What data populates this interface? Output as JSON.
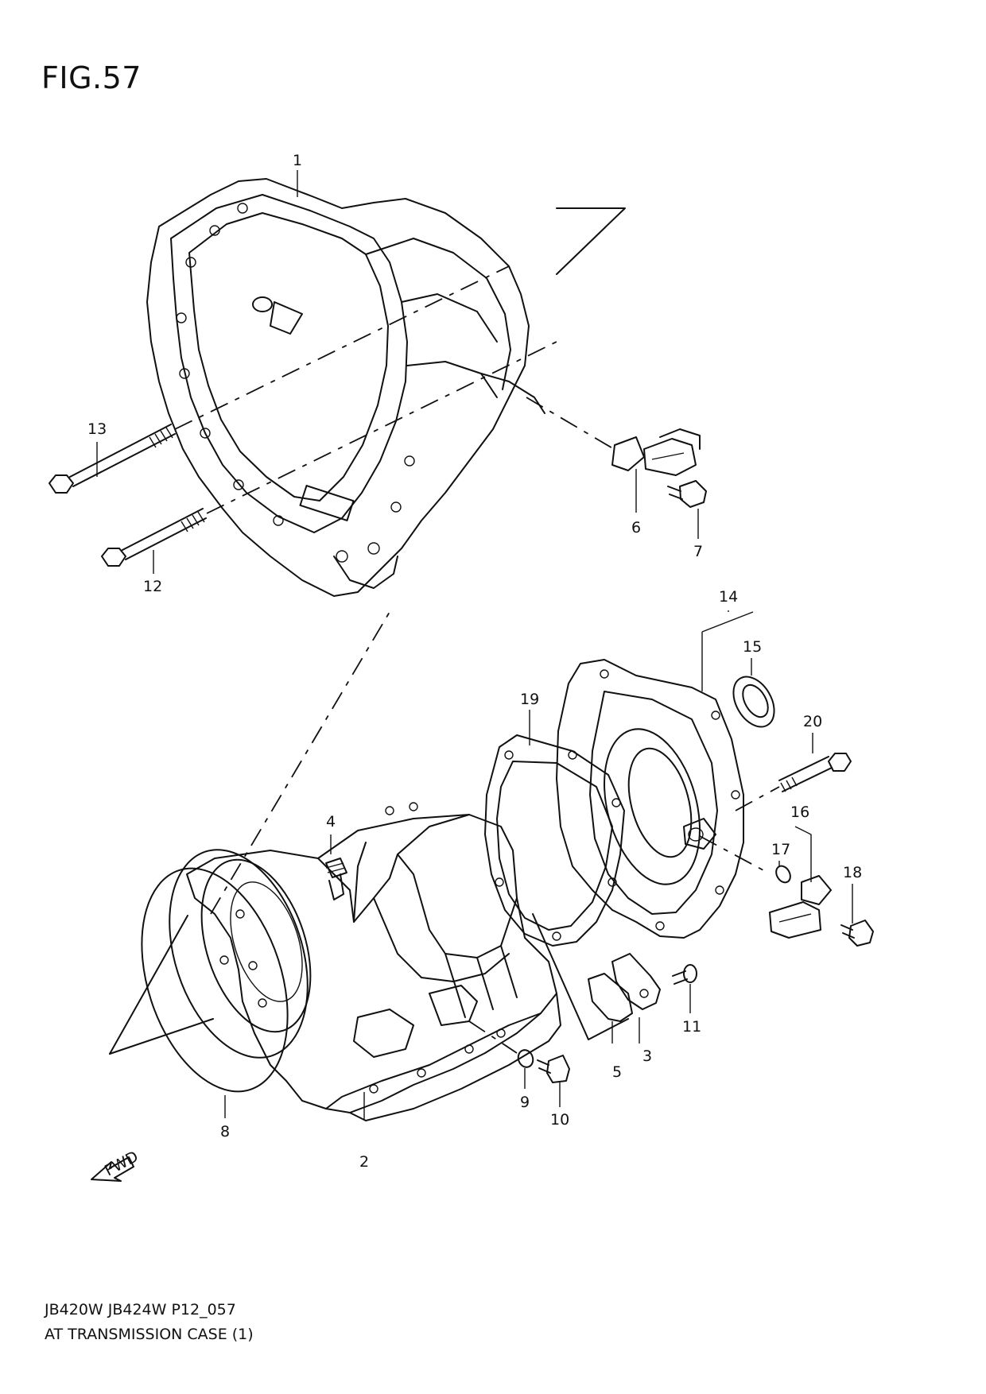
{
  "figure": {
    "title": "FIG.57",
    "model_code": "JB420W JB424W P12_057",
    "section_name": "AT TRANSMISSION CASE (1)",
    "fwd_label": "FWD"
  },
  "callouts": [
    {
      "id": "1",
      "label": "1"
    },
    {
      "id": "2",
      "label": "2"
    },
    {
      "id": "3",
      "label": "3"
    },
    {
      "id": "4",
      "label": "4"
    },
    {
      "id": "5",
      "label": "5"
    },
    {
      "id": "6",
      "label": "6"
    },
    {
      "id": "7",
      "label": "7"
    },
    {
      "id": "8",
      "label": "8"
    },
    {
      "id": "9",
      "label": "9"
    },
    {
      "id": "10",
      "label": "10"
    },
    {
      "id": "11",
      "label": "11"
    },
    {
      "id": "12",
      "label": "12"
    },
    {
      "id": "13",
      "label": "13"
    },
    {
      "id": "14",
      "label": "14"
    },
    {
      "id": "15",
      "label": "15"
    },
    {
      "id": "16",
      "label": "16"
    },
    {
      "id": "17",
      "label": "17"
    },
    {
      "id": "18",
      "label": "18"
    },
    {
      "id": "19",
      "label": "19"
    },
    {
      "id": "20",
      "label": "20"
    }
  ]
}
